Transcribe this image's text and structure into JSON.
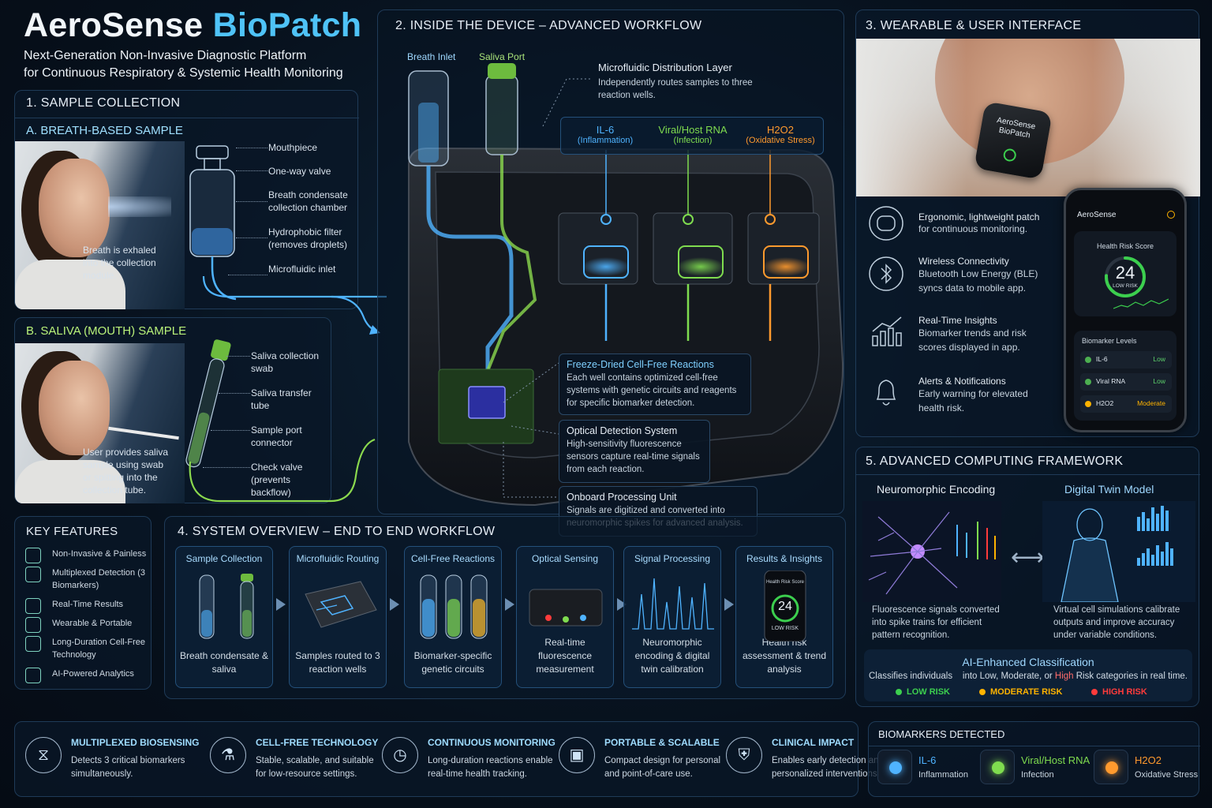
{
  "header": {
    "title_part1": "AeroSense ",
    "title_part2": "BioPatch",
    "subtitle_line1": "Next-Generation Non-Invasive Diagnostic Platform",
    "subtitle_line2": "for Continuous Respiratory & Systemic Health Monitoring"
  },
  "sample_collection": {
    "title": "1. SAMPLE COLLECTION",
    "breath": {
      "title": "A. BREATH-BASED SAMPLE",
      "labels": [
        "Mouthpiece",
        "One-way valve",
        "Breath condensate collection chamber",
        "Hydrophobic filter (removes droplets)",
        "Microfluidic inlet"
      ],
      "caption": "Breath is exhaled into the collection module."
    },
    "saliva": {
      "title": "B. SALIVA (MOUTH) SAMPLE",
      "labels": [
        "Saliva collection swab",
        "Saliva transfer tube",
        "Sample port connector",
        "Check valve (prevents backflow)"
      ],
      "caption": "User provides saliva sample using swab or spitting into the collection tube."
    }
  },
  "device": {
    "title": "2. INSIDE THE DEVICE – ADVANCED WORKFLOW",
    "breath_inlet": "Breath Inlet",
    "saliva_port": "Saliva Port",
    "microfluidic_title": "Microfluidic Distribution Layer",
    "microfluidic_desc": "Independently routes samples to three reaction wells.",
    "wells": [
      {
        "name": "IL-6",
        "desc": "(Inflammation)",
        "color": "#4fb3ff"
      },
      {
        "name": "Viral/Host RNA",
        "desc": "(Infection)",
        "color": "#7fdc4f"
      },
      {
        "name": "H2O2",
        "desc": "(Oxidative Stress)",
        "color": "#ff9a2e"
      }
    ],
    "callouts": [
      {
        "title": "Freeze-Dried Cell-Free Reactions",
        "desc": "Each well contains optimized cell-free systems with genetic circuits and reagents for specific biomarker detection."
      },
      {
        "title": "Optical Detection System",
        "desc": "High-sensitivity fluorescence sensors capture real-time signals from each reaction."
      },
      {
        "title": "Onboard Processing Unit",
        "desc": "Signals are digitized and converted into neuromorphic spikes for advanced analysis."
      }
    ]
  },
  "wearable": {
    "title": "3. WEARABLE & USER INTERFACE",
    "patch_text": "AeroSense BioPatch",
    "features": [
      {
        "icon": "patch-icon",
        "title": "Ergonomic, lightweight patch",
        "desc": "for continuous monitoring."
      },
      {
        "icon": "bluetooth-icon",
        "title": "Wireless Connectivity",
        "desc": "Bluetooth Low Energy (BLE) syncs data to mobile app."
      },
      {
        "icon": "chart-icon",
        "title": "Real-Time Insights",
        "desc": "Biomarker trends and risk scores displayed in app."
      },
      {
        "icon": "bell-icon",
        "title": "Alerts & Notifications",
        "desc": "Early warning for elevated health risk."
      }
    ],
    "phone": {
      "app_name": "AeroSense",
      "score_label": "Health Risk Score",
      "score": "24",
      "score_level": "LOW RISK",
      "levels_title": "Biomarker Levels",
      "levels": [
        {
          "name": "IL-6",
          "value": "Low",
          "color": "#4caf50"
        },
        {
          "name": "Viral RNA",
          "value": "Low",
          "color": "#4caf50"
        },
        {
          "name": "H2O2",
          "value": "Moderate",
          "color": "#ffb300"
        }
      ]
    }
  },
  "key_features": {
    "title": "KEY FEATURES",
    "items": [
      "Non-Invasive & Painless",
      "Multiplexed Detection (3 Biomarkers)",
      "Real-Time Results",
      "Wearable & Portable",
      "Long-Duration Cell-Free Technology",
      "AI-Powered Analytics"
    ]
  },
  "system_overview": {
    "title": "4. SYSTEM OVERVIEW – END TO END WORKFLOW",
    "steps": [
      {
        "title": "Sample Collection",
        "desc": "Breath condensate & saliva"
      },
      {
        "title": "Microfluidic Routing",
        "desc": "Samples routed to 3 reaction wells"
      },
      {
        "title": "Cell-Free Reactions",
        "desc": "Biomarker-specific genetic circuits"
      },
      {
        "title": "Optical Sensing",
        "desc": "Real-time fluorescence measurement"
      },
      {
        "title": "Signal Processing",
        "desc": "Neuromorphic encoding & digital twin calibration"
      },
      {
        "title": "Results & Insights",
        "desc": "Health risk assessment & trend analysis"
      }
    ],
    "mini_score_label": "Health Risk Score",
    "mini_score": "24",
    "mini_level": "LOW RISK"
  },
  "computing": {
    "title": "5. ADVANCED COMPUTING FRAMEWORK",
    "neuro_title": "Neuromorphic Encoding",
    "neuro_desc": "Fluorescence signals converted into spike trains for efficient pattern recognition.",
    "twin_title": "Digital Twin Model",
    "twin_desc": "Virtual cell simulations calibrate outputs and improve accuracy under variable conditions.",
    "ai_title": "AI-Enhanced Classification",
    "ai_desc_1": "Classifies individuals",
    "ai_desc_2": "into Low, Moderate, or",
    "ai_desc_high": "High",
    "ai_desc_3": "Risk categories in real time.",
    "risks": [
      {
        "label": "LOW RISK",
        "color": "#3ccf4e"
      },
      {
        "label": "MODERATE RISK",
        "color": "#ffb300"
      },
      {
        "label": "HIGH RISK",
        "color": "#ff3b3b"
      }
    ]
  },
  "bottom": {
    "items": [
      {
        "icon": "dna-icon",
        "title": "MULTIPLEXED BIOSENSING",
        "desc1": "Detects 3 critical biomarkers",
        "desc2": "simultaneously."
      },
      {
        "icon": "flask-icon",
        "title": "CELL-FREE TECHNOLOGY",
        "desc1": "Stable, scalable, and suitable",
        "desc2": "for low-resource settings."
      },
      {
        "icon": "clock-icon",
        "title": "CONTINUOUS MONITORING",
        "desc1": "Long-duration reactions enable",
        "desc2": "real-time health tracking."
      },
      {
        "icon": "device-icon",
        "title": "PORTABLE & SCALABLE",
        "desc1": "Compact design for personal",
        "desc2": "and point-of-care use."
      },
      {
        "icon": "shield-icon",
        "title": "CLINICAL IMPACT",
        "desc1": "Enables early detection and",
        "desc2": "personalized interventions."
      }
    ],
    "biomarkers_title": "BIOMARKERS DETECTED",
    "biomarkers": [
      {
        "name": "IL-6",
        "desc": "Inflammation",
        "color": "#4fb3ff"
      },
      {
        "name": "Viral/Host RNA",
        "desc": "Infection",
        "color": "#7fdc4f"
      },
      {
        "name": "H2O2",
        "desc": "Oxidative Stress",
        "color": "#ff9a2e"
      }
    ]
  }
}
